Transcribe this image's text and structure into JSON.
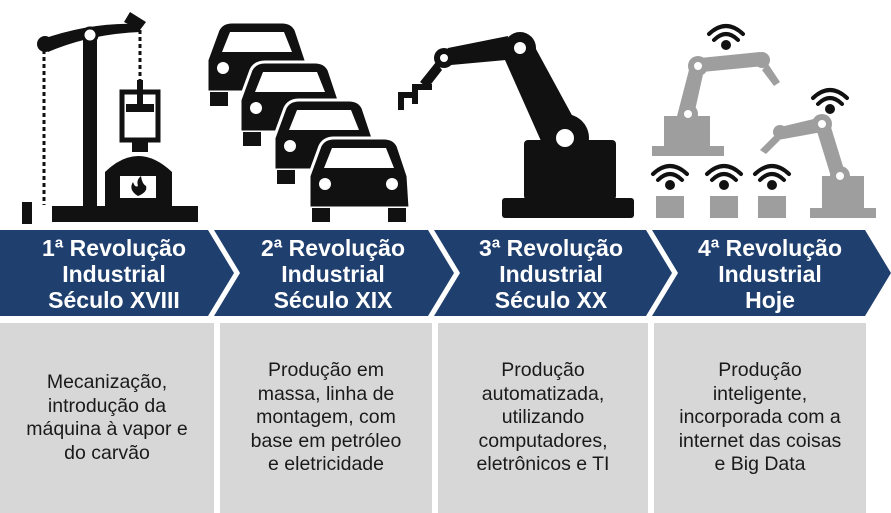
{
  "colors": {
    "band": "#1f3f6e",
    "box": "#d7d7d7",
    "icon_dark": "#111111",
    "icon_gray": "#9e9e9e"
  },
  "stages": [
    {
      "title_line1": "1ª Revolução",
      "title_line2": "Industrial",
      "title_line3": "Século XVIII",
      "desc_lines": [
        "Mecanização,",
        "introdução da",
        "máquina à vapor e",
        "do carvão"
      ],
      "icon": "oil-pump-icon"
    },
    {
      "title_line1": "2ª Revolução",
      "title_line2": "Industrial",
      "title_line3": "Século XIX",
      "desc_lines": [
        "Produção em",
        "massa, linha de",
        "montagem, com",
        "base em petróleo",
        "e eletricidade"
      ],
      "icon": "car-assembly-icon"
    },
    {
      "title_line1": "3ª Revolução",
      "title_line2": "Industrial",
      "title_line3": "Século XX",
      "desc_lines": [
        "Produção",
        "automatizada,",
        "utilizando",
        "computadores,",
        "eletrônicos e TI"
      ],
      "icon": "robot-arm-icon"
    },
    {
      "title_line1": "4ª Revolução",
      "title_line2": "Industrial",
      "title_line3": "Hoje",
      "desc_lines": [
        "Produção",
        "inteligente,",
        "incorporada com a",
        "internet das coisas",
        "e Big Data"
      ],
      "icon": "connected-robots-icon"
    }
  ]
}
